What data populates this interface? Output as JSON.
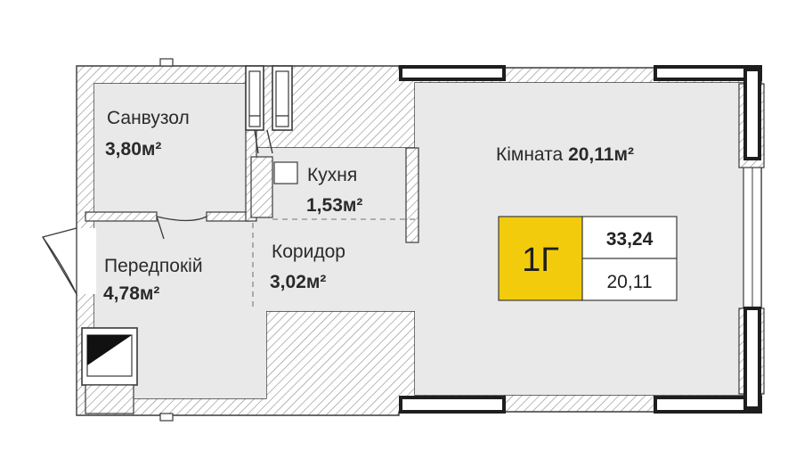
{
  "rooms": {
    "bathroom": {
      "name": "Санвузол",
      "area": "3,80м²"
    },
    "kitchen": {
      "name": "Кухня",
      "area": "1,53м²"
    },
    "hallway": {
      "name": "Передпокій",
      "area": "4,78м²"
    },
    "corridor": {
      "name": "Коридор",
      "area": "3,02м²"
    },
    "room": {
      "name": "Кімната",
      "area": "20,11м²"
    }
  },
  "apartment": {
    "code": "1Г",
    "total_area": "33,24",
    "living_area": "20,11",
    "badge_color": "#f2cc0c"
  },
  "colors": {
    "wall_fill": "#ffffff",
    "wall_hatch": "#8a8a8a",
    "wall_stroke": "#3a3a3a",
    "window": "#2b2b2b",
    "interior": "#e9e9e9",
    "divider": "#9a9a9a"
  }
}
